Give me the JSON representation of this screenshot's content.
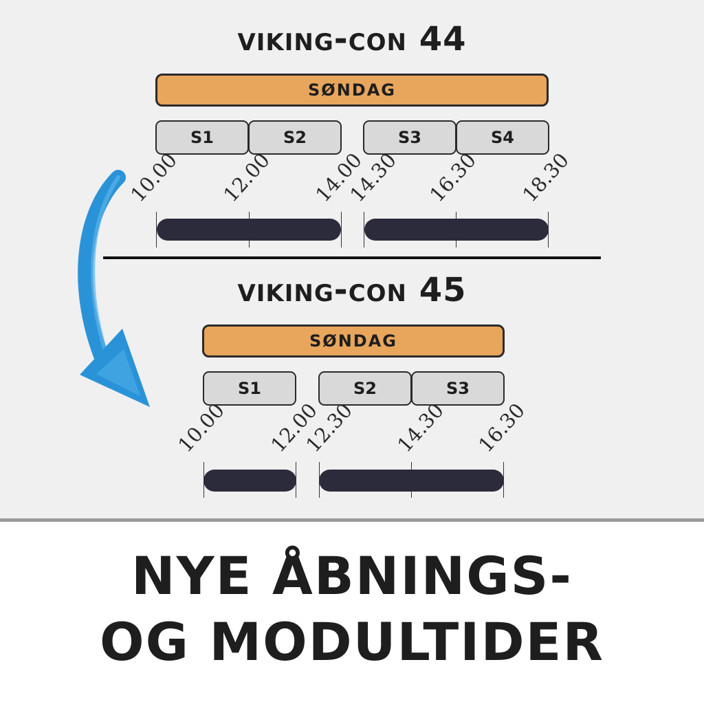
{
  "con44": {
    "title": "VIKING-CON 44",
    "day": "SØNDAG",
    "sessions": [
      "S1",
      "S2",
      "S3",
      "S4"
    ],
    "times": [
      "10.00",
      "12.00",
      "14.00",
      "14.30",
      "16.30",
      "18.30"
    ]
  },
  "con45": {
    "title": "VIKING-CON 45",
    "day": "SØNDAG",
    "sessions": [
      "S1",
      "S2",
      "S3"
    ],
    "times": [
      "10.00",
      "12.00",
      "12.30",
      "14.30",
      "16.30"
    ]
  },
  "footer": {
    "line1": "NYE ÅBNINGS-",
    "line2": "OG MODULTIDER"
  },
  "colors": {
    "day_bar": "#e8a65c",
    "session_box": "#d9d9d9",
    "timeline": "#2c2b3b",
    "arrow": "#2a93d8",
    "panel_bg": "#f0f0f0"
  },
  "icons": {
    "transition_arrow": "curved-arrow-icon"
  }
}
